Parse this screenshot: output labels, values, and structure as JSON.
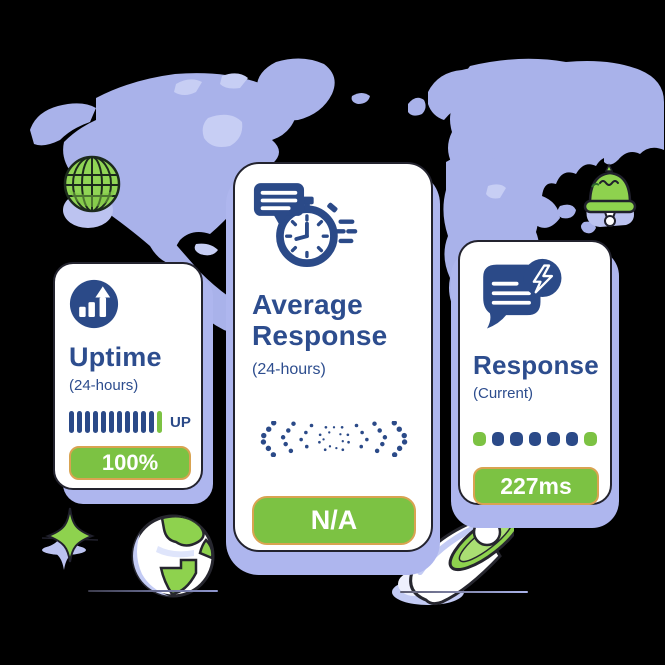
{
  "colors": {
    "navy": "#2b4a88",
    "title_navy": "#2d4d8e",
    "green": "#7cc243",
    "badge_border": "#d9a351",
    "map_purple": "#a9b2ea",
    "map_light": "#c7cef4",
    "card_shadow": "#aeb6ee",
    "card_outline": "#23232e",
    "background": "#000000"
  },
  "cards": {
    "uptime": {
      "title": "Uptime",
      "subtitle": "(24-hours)",
      "status_label": "UP",
      "badge_label": "100%",
      "bars": {
        "navy_count": 11,
        "green_count": 1
      },
      "icon": "bar-chart-up-icon"
    },
    "average_response": {
      "title": "Average Response",
      "subtitle": "(24-hours)",
      "badge_label": "N/A",
      "icon": "stopwatch-chat-icon"
    },
    "current_response": {
      "title": "Response",
      "subtitle": "(Current)",
      "badge_label": "227ms",
      "dots": [
        "green",
        "navy",
        "navy",
        "navy",
        "navy",
        "navy",
        "green"
      ],
      "icon": "chat-lightning-icon"
    }
  },
  "decorations": {
    "map": "world-map",
    "globe": "globe-grid-icon",
    "bell": "notification-bell-icon",
    "sparkle": "sparkle-icon",
    "earth": "earth-globe-icon",
    "megaphone": "megaphone-icon"
  }
}
